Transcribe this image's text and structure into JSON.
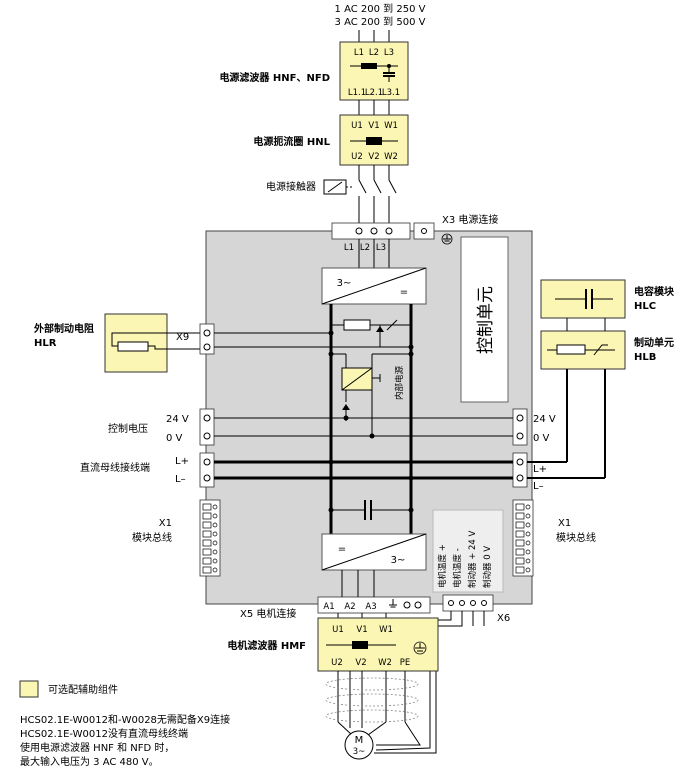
{
  "supply": {
    "line1": "1 AC 200 到 250 V",
    "line2": "3 AC 200 到 500 V"
  },
  "mains_filter": {
    "label": "电源滤波器 HNF、NFD",
    "in": [
      "L1",
      "L2",
      "L3"
    ],
    "out": [
      "L1.1",
      "L2.1",
      "L3.1"
    ]
  },
  "mains_choke": {
    "label": "电源扼流圈 HNL",
    "in": [
      "U1",
      "V1",
      "W1"
    ],
    "out": [
      "U2",
      "V2",
      "W2"
    ]
  },
  "mains_contactor": {
    "label": "电源接触器"
  },
  "x3": {
    "label": "X3 电源连接",
    "terms": [
      "L1",
      "L2",
      "L3"
    ]
  },
  "converter_top": {
    "left": "3~",
    "right": "="
  },
  "converter_bottom": {
    "left": "=",
    "right": "3~"
  },
  "control_unit": {
    "label": "控制单元"
  },
  "internal_supply": {
    "label": "内部电源"
  },
  "ext_brake": {
    "label1": "外部制动电阻",
    "label2": "HLR",
    "conn": "X9"
  },
  "cap_module": {
    "label1": "电容模块",
    "label2": "HLC"
  },
  "brake_unit": {
    "label1": "制动单元",
    "label2": "HLB"
  },
  "control_voltage": {
    "label": "控制电压",
    "v24": "24 V",
    "v0": "0 V"
  },
  "dc_bus": {
    "label": "直流母线接线端",
    "plus": "L+",
    "minus": "L–"
  },
  "module_bus": {
    "x1": "X1",
    "label": "模块总线"
  },
  "x6": {
    "label": "X6",
    "signals": [
      "电机温度 +",
      "电机温度 -",
      "制动器 + 24 V",
      "制动器 0 V"
    ]
  },
  "x5": {
    "label": "X5 电机连接",
    "terms": [
      "A1",
      "A2",
      "A3"
    ]
  },
  "motor_filter": {
    "label": "电机滤波器 HMF",
    "in": [
      "U1",
      "V1",
      "W1"
    ],
    "out": [
      "U2",
      "V2",
      "W2",
      "PE"
    ]
  },
  "motor": {
    "symbol": "M",
    "phase": "3~"
  },
  "legend": {
    "label": "可选配辅助组件"
  },
  "notes": [
    "HCS02.1E-W0012和-W0028无需配备X9连接",
    "HCS02.1E-W0012没有直流母线终端",
    "使用电源滤波器 HNF 和 NFD 时，",
    "最大输入电压为 3 AC 480 V。"
  ],
  "colors": {
    "optional_fill": "#fbf6b3",
    "drive_body": "#d6d6d6"
  }
}
